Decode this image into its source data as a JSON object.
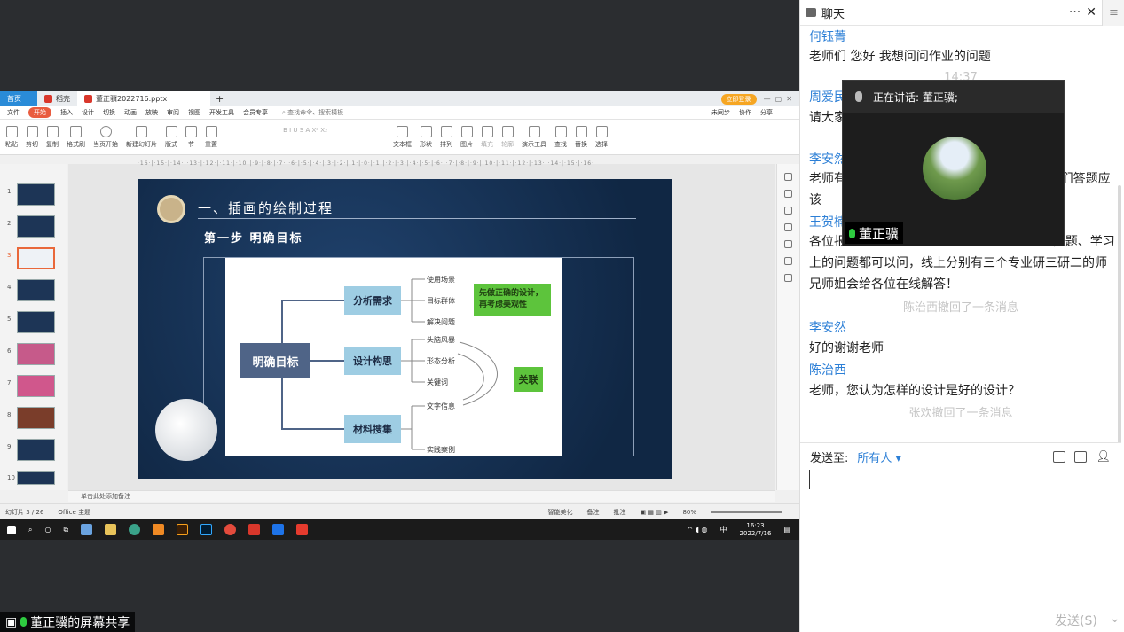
{
  "ppt": {
    "tabs": {
      "home": "首页",
      "doke": "稻壳",
      "file": "董正骥2022716.pptx"
    },
    "login": "立即登录",
    "menu": [
      "文件",
      "开始",
      "插入",
      "设计",
      "切换",
      "动画",
      "放映",
      "审阅",
      "视图",
      "开发工具",
      "会员专享"
    ],
    "search": "查找命令、搜索模板",
    "menu_right": [
      "未同步",
      "协作",
      "分享"
    ],
    "ribbon": [
      "粘贴",
      "剪切",
      "复制",
      "格式刷",
      "当页开始",
      "新建幻灯片",
      "版式",
      "节",
      "重置",
      "文本框",
      "形状",
      "排列",
      "图片",
      "填充",
      "轮廓",
      "演示工具",
      "查找",
      "替换",
      "选择"
    ],
    "ruler": "·16·|·15·|·14·|·13·|·12·|·11·|·10·|·9·|·8·|·7·|·6·|·5·|·4·|·3·|·2·|·1·|·0·|·1·|·2·|·3·|·4·|·5·|·6·|·7·|·8·|·9·|·10·|·11·|·12·|·13·|·14·|·15·|·16·",
    "slide": {
      "title": "一、插画的绘制过程",
      "step": "第一步  明确目标",
      "center": "明确目标",
      "nodes": [
        "分析需求",
        "设计构思",
        "材料搜集"
      ],
      "leaves": [
        "使用场景",
        "目标群体",
        "解决问题",
        "头脑风暴",
        "形态分析",
        "关键词",
        "文字信息",
        "实践案例"
      ],
      "tip": "先做正确的设计，再考虑美观性",
      "related": "关联"
    },
    "notes": "单击此处添加备注",
    "status": {
      "slide": "幻灯片 3 / 26",
      "theme": "Office 主题",
      "beautify": "智能美化",
      "notes": "备注",
      "comment": "批注",
      "zoom": "80%"
    },
    "taskbar": {
      "ime": "中",
      "time": "16:23",
      "date": "2022/7/16"
    }
  },
  "share_label": "董正骥的屏幕共享",
  "chat": {
    "title": "聊天",
    "messages": [
      {
        "sender": "何钰菁",
        "text": "老师们 您好 我想问问作业的问题"
      },
      {
        "time": "14:37"
      },
      {
        "sender": "周爱民",
        "text": "请大家"
      },
      {
        "sender": "李安然",
        "text": "老师有                                                问我们答题应该"
      },
      {
        "sender": "王贺楠",
        "text": "各位报                                              上的问题、学习上的问题都可以问，线上分别有三个专业研三研二的师兄师姐会给各位在线解答！"
      },
      {
        "system": "陈治西撤回了一条消息"
      },
      {
        "sender": "李安然",
        "text": "好的谢谢老师"
      },
      {
        "sender": "陈治西",
        "text": "老师，您认为怎样的设计是好的设计？"
      },
      {
        "system": "张欢撤回了一条消息"
      }
    ],
    "speaker": {
      "label": "正在讲话: 董正骥;",
      "name": "董正骥"
    },
    "send_to_label": "发送至:",
    "send_to_value": "所有人",
    "send_button": "发送(S)"
  },
  "colors": {
    "accent": "#2c7fd6",
    "wps_red": "#e95c3f",
    "slide_bg": "#173459",
    "green": "#5dc43c"
  }
}
